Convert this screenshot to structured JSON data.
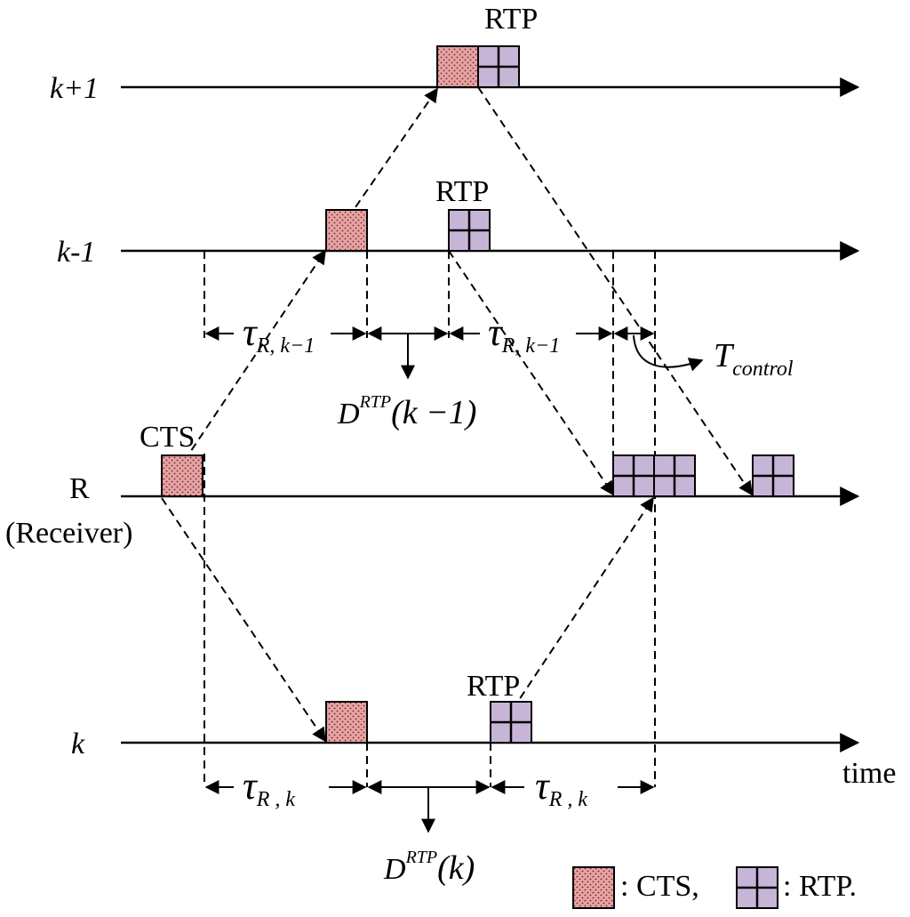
{
  "nodes": {
    "k_plus_1": "k+1",
    "k_minus_1": "k-1",
    "receiver_r": "R",
    "receiver_name": "(Receiver)",
    "k": "k"
  },
  "packets": {
    "rtp_top": "RTP",
    "rtp_km1": "RTP",
    "rtp_k": "RTP",
    "cts_r": "CTS"
  },
  "intervals": {
    "tau_symbol": "τ",
    "tau_sub_km1": "R, k−1",
    "tau_sub_k": "R , k",
    "d_letter": "D",
    "d_sup": "RTP",
    "d_arg_km1": "(k −1)",
    "d_arg_k": "(k)",
    "t_letter": "T",
    "t_sub": "control"
  },
  "axis": {
    "time_label": "time"
  },
  "legend": {
    "cts_text": ": CTS,",
    "rtp_text": ": RTP."
  },
  "colors": {
    "cts_fill": "#e7a3a3",
    "cts_dot": "#6b2a2a",
    "rtp_fill": "#c7b5d8"
  }
}
